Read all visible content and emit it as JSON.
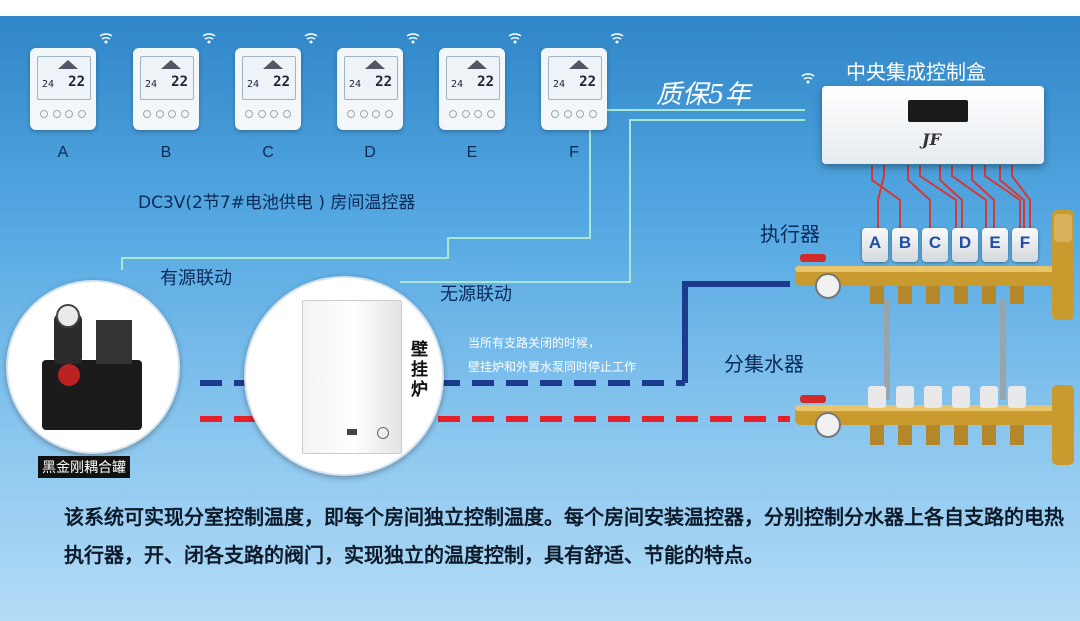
{
  "thermostats": [
    {
      "label": "A",
      "temp": "22",
      "set": "24"
    },
    {
      "label": "B",
      "temp": "22",
      "set": "24"
    },
    {
      "label": "C",
      "temp": "22",
      "set": "24"
    },
    {
      "label": "D",
      "temp": "22",
      "set": "24"
    },
    {
      "label": "E",
      "temp": "22",
      "set": "24"
    },
    {
      "label": "F",
      "temp": "22",
      "set": "24"
    }
  ],
  "thermostat_caption": "DC3V(2节7#电池供电 ) 房间温控器",
  "warranty": "质保5年",
  "control_box": {
    "title": "中央集成控制盒"
  },
  "actuator_label": "执行器",
  "actuator_valves": [
    "A",
    "B",
    "C",
    "D",
    "E",
    "F"
  ],
  "manifold_label": "分集水器",
  "active_link": "有源联动",
  "passive_link": "无源联动",
  "tank_label": "黑金刚耦合罐",
  "boiler_label": "壁挂炉",
  "note": [
    "当所有支路关闭的时候，",
    "壁挂炉和外置水泵同时停止工作"
  ],
  "description": "该系统可实现分室控制温度，即每个房间独立控制温度。每个房间安装温控器，分别控制分水器上各自支路的电热执行器，开、闭各支路的阀门，实现独立的温度控制，具有舒适、节能的特点。",
  "colors": {
    "supply": "#e4202a",
    "return": "#1c3b8e",
    "signal": "#9fe0d0"
  }
}
